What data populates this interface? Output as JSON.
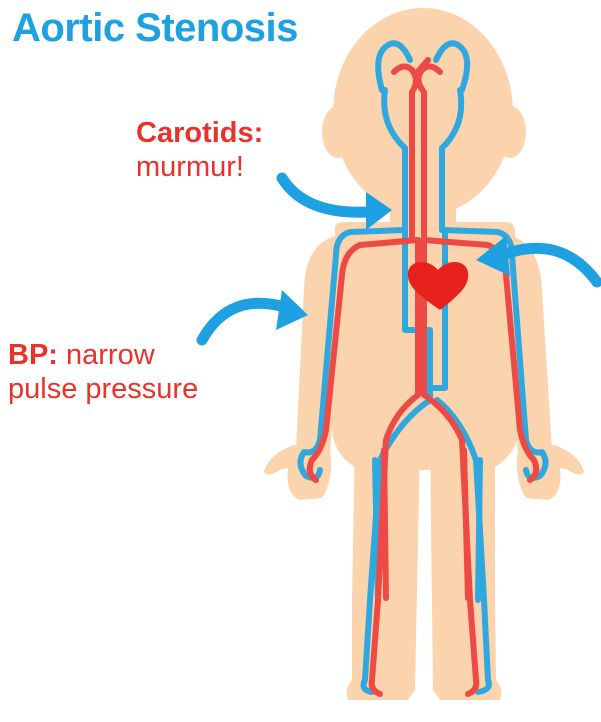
{
  "title": "Aortic Stenosis",
  "carotids": {
    "heading": "Carotids:",
    "finding": "murmur!"
  },
  "bp": {
    "heading": "BP:",
    "finding_line1": "narrow",
    "finding_line2": "pulse pressure"
  },
  "colors": {
    "title": "#1da1e2",
    "label": "#e8322c",
    "skin": "#fbd3ad",
    "artery": "#ee4a45",
    "vein": "#2fa8e0",
    "heart": "#e7221c",
    "arrow": "#1da1e2"
  },
  "icons": [
    "heart-icon",
    "curved-arrow-icon"
  ]
}
